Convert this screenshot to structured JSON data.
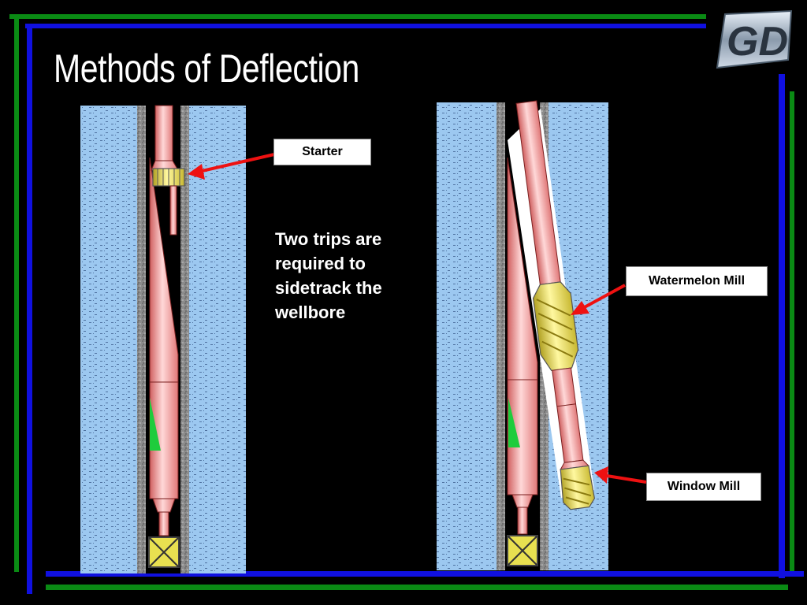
{
  "slide": {
    "title": "Methods of Deflection",
    "body_text": "Two trips are\nrequired to\nsidetrack the\nwellbore"
  },
  "labels": {
    "starter": "Starter",
    "watermelon_mill": "Watermelon Mill",
    "window_mill": "Window Mill"
  },
  "colors": {
    "background": "#000000",
    "frame_green": "#0a8a14",
    "frame_blue": "#1010e0",
    "formation_blue": "#9cc8f0",
    "casing_gray": "#8c8c8c",
    "pipe_red": "#f0a0a0",
    "mill_yellow": "#e8e050",
    "arrow_red": "#ee1111",
    "whipstock_green": "#1ecc3c"
  },
  "logo": {
    "name": "company-logo",
    "text": "GD"
  }
}
